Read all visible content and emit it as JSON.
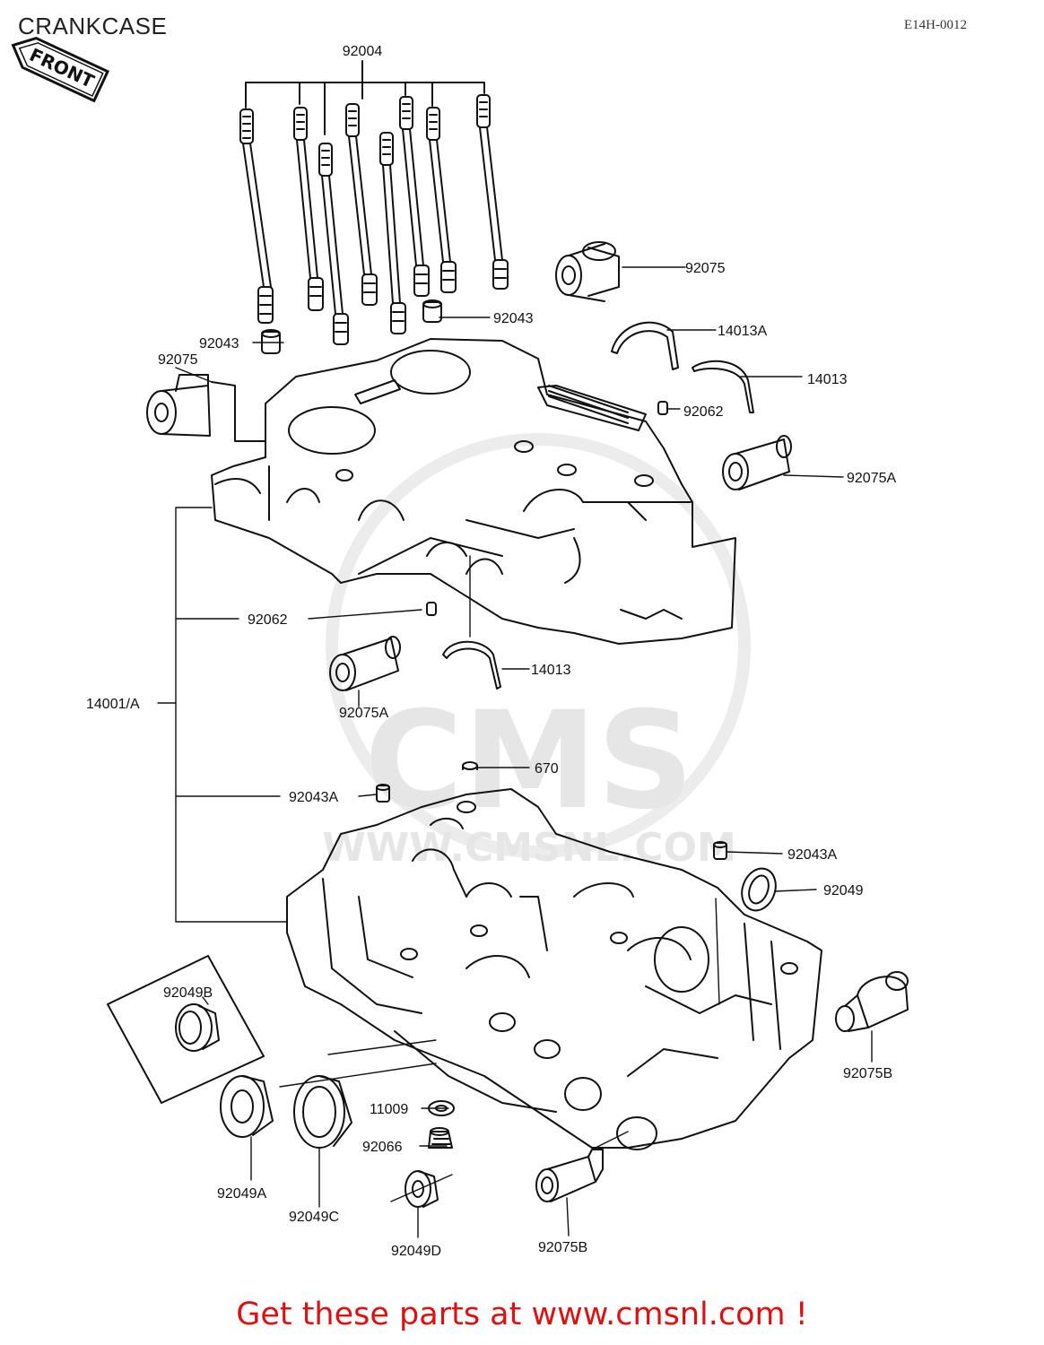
{
  "page": {
    "title": "CRANKCASE",
    "diagram_code": "E14H-0012",
    "front_badge": "FRONT"
  },
  "watermark": {
    "logo_text": "CMS",
    "url_text": "WWW.CMSNL.COM"
  },
  "callouts": [
    {
      "id": "92004",
      "text": "92004"
    },
    {
      "id": "92075-top",
      "text": "92075"
    },
    {
      "id": "92043-right",
      "text": "92043"
    },
    {
      "id": "92043-left",
      "text": "92043"
    },
    {
      "id": "92075-left",
      "text": "92075"
    },
    {
      "id": "14013A",
      "text": "14013A"
    },
    {
      "id": "14013-top",
      "text": "14013"
    },
    {
      "id": "92062-top",
      "text": "92062"
    },
    {
      "id": "92075A-right",
      "text": "92075A"
    },
    {
      "id": "92062-mid",
      "text": "92062"
    },
    {
      "id": "14013-mid",
      "text": "14013"
    },
    {
      "id": "92075A-left",
      "text": "92075A"
    },
    {
      "id": "14001A",
      "text": "14001/A"
    },
    {
      "id": "670",
      "text": "670"
    },
    {
      "id": "92043A-left",
      "text": "92043A"
    },
    {
      "id": "92043A-right",
      "text": "92043A"
    },
    {
      "id": "92049",
      "text": "92049"
    },
    {
      "id": "92049B",
      "text": "92049B"
    },
    {
      "id": "11009",
      "text": "11009"
    },
    {
      "id": "92066",
      "text": "92066"
    },
    {
      "id": "92075B-right",
      "text": "92075B"
    },
    {
      "id": "92049A",
      "text": "92049A"
    },
    {
      "id": "92049C",
      "text": "92049C"
    },
    {
      "id": "92049D",
      "text": "92049D"
    },
    {
      "id": "92075B-bottom",
      "text": "92075B"
    }
  ],
  "footer": {
    "promo_text": "Get these parts at www.cmsnl.com !"
  }
}
